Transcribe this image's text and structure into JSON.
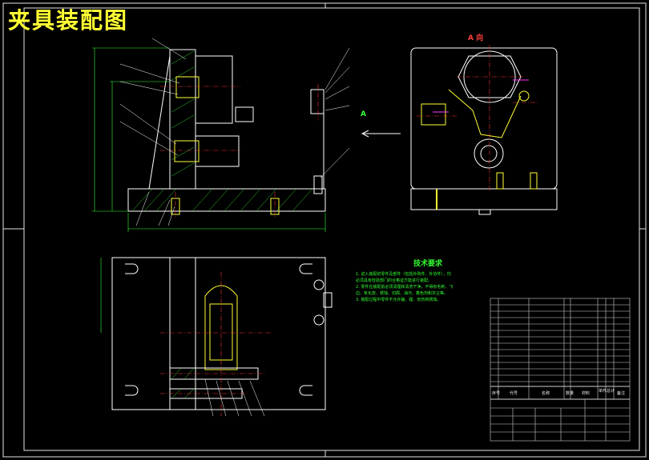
{
  "title": "夹具装配图",
  "view_label": "A 向",
  "arrow_label": "A",
  "notes": {
    "title": "技术要求",
    "lines": [
      "1. 进入装配的零件及部件（包括外购件、外协件），均",
      "必须具有检验部门的合格证方能进行装配。",
      "2. 零件在装配前必须清理和清洗干净，不得有毛刺、飞",
      "边、氧化皮、锈蚀、切屑、油污、着色剂和灰尘等。",
      "3. 装配过程中零件不允许磕、碰、划伤和锈蚀。"
    ]
  },
  "table_headers": [
    "序号",
    "代号",
    "名称",
    "数量",
    "材料",
    "单件",
    "总计",
    "备注"
  ],
  "colors": {
    "frame": "#e6e6e6",
    "part_outline": "#ffffff",
    "dimension": "#33ff33",
    "centerline": "#ff3333",
    "hatch": "#33cc33",
    "highlight": "#ffff33",
    "magenta": "#ff33ff"
  }
}
